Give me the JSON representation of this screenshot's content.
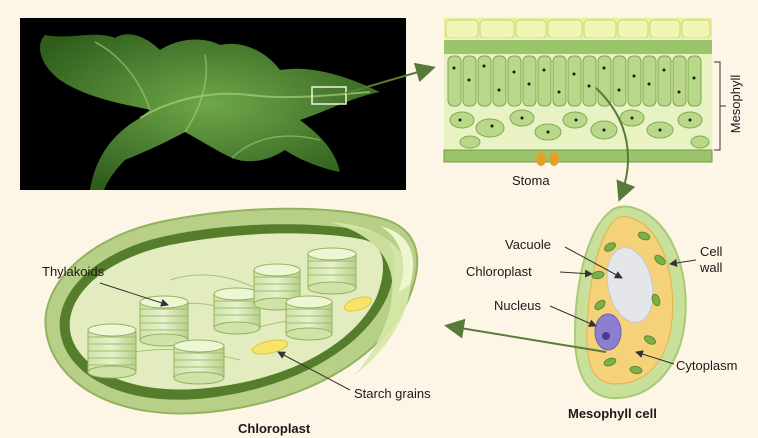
{
  "title": "",
  "labels": {
    "mesophyll": "Mesophyll",
    "stoma": "Stoma",
    "vacuole": "Vacuole",
    "chloroplast_cell": "Chloroplast",
    "cell": "Cell",
    "wall": "wall",
    "nucleus": "Nucleus",
    "cytoplasm": "Cytoplasm",
    "mesophyll_cell": "Mesophyll cell",
    "thylakoids": "Thylakoids",
    "starch_grains": "Starch grains",
    "chloroplast_main": "Chloroplast"
  },
  "colors": {
    "background": "#fdf6e6",
    "leaf_green": "#4f8a2e",
    "cell_green": "#b9d88a",
    "cytoplasm_yellow": "#f5d27a",
    "chloroplast_fill": "#c9dd9c",
    "nucleus_purple": "#8c7fd0",
    "stoma_orange": "#e2a22a",
    "arrow": "#5a7a3a"
  }
}
